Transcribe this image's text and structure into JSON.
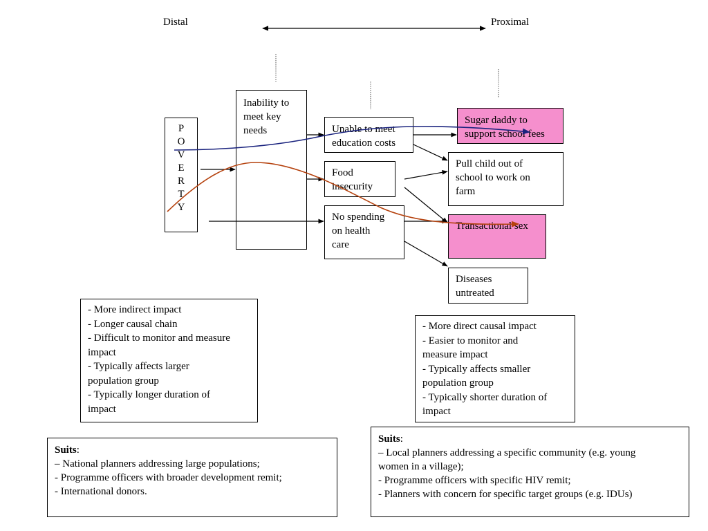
{
  "header": {
    "distal": "Distal",
    "proximal": "Proximal"
  },
  "poverty": {
    "letters": [
      "P",
      "O",
      "V",
      "E",
      "R",
      "T",
      "Y"
    ]
  },
  "nodes": {
    "inability": [
      "Inability to",
      "meet key",
      "needs"
    ],
    "education": [
      "Unable to meet",
      "education costs"
    ],
    "food": [
      "Food",
      "insecurity"
    ],
    "health": [
      "No spending",
      "on health",
      "care"
    ],
    "sugar": [
      "Sugar daddy to",
      "support school fees"
    ],
    "pull": [
      "Pull child out of",
      "school to work on",
      "farm"
    ],
    "transactional": [
      "Transactional sex"
    ],
    "diseases": [
      "Diseases",
      "untreated"
    ]
  },
  "notes": {
    "distal": [
      "- More indirect impact",
      "- Longer causal chain",
      "- Difficult to monitor and measure",
      "impact",
      "- Typically affects larger",
      "population group",
      "- Typically longer duration of",
      "impact"
    ],
    "proximal": [
      "- More direct causal impact",
      "- Easier to monitor and",
      "measure impact",
      "- Typically affects smaller",
      "population group",
      "- Typically shorter duration of",
      "impact"
    ]
  },
  "suits": {
    "left": {
      "title": "Suits",
      "colon": ":",
      "lines": [
        "– National planners addressing large populations;",
        "- Programme officers with broader development remit;",
        "- International donors."
      ]
    },
    "right": {
      "title": "Suits",
      "colon": ":",
      "lines": [
        "– Local planners addressing a specific community (e.g. young",
        "women in a village);",
        "- Programme officers with specific HIV remit;",
        "- Planners with concern for specific target groups (e.g. IDUs)"
      ]
    }
  },
  "colors": {
    "highlight_fill": "#f58fcd",
    "blue_curve": "#1a237e",
    "orange_curve": "#b5420e"
  }
}
